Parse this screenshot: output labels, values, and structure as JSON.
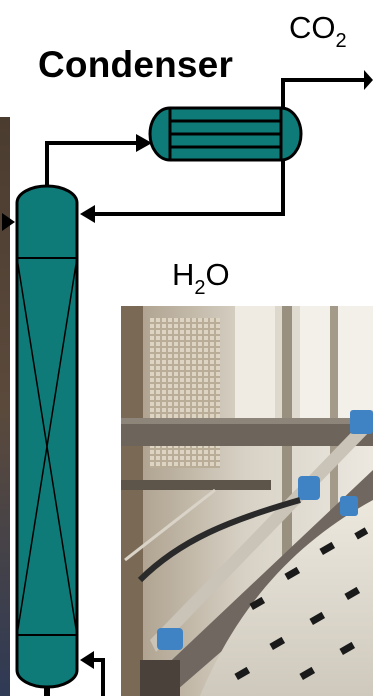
{
  "labels": {
    "condenser": "Condenser",
    "co2": {
      "main": "CO",
      "sub": "2"
    },
    "h2o": {
      "pre": "H",
      "sub": "2",
      "post": "O"
    }
  },
  "photo": {
    "subject": "plant-piping-photo"
  },
  "colors": {
    "equipment": "#0f7b78",
    "outline": "#000000",
    "pipe": "#000000"
  }
}
